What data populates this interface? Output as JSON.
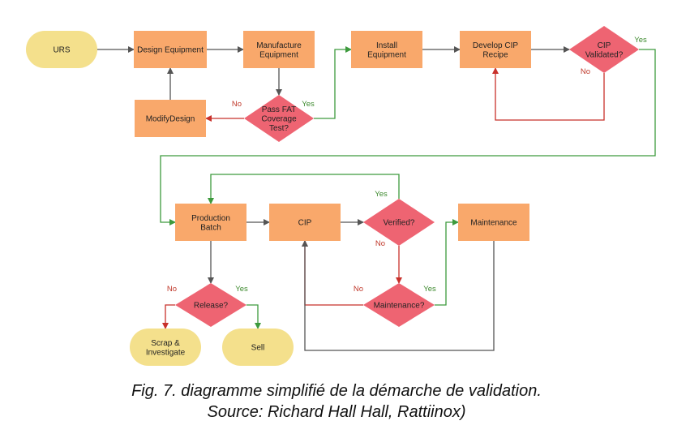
{
  "colors": {
    "process": "#F9A86B",
    "terminal": "#F4E08C",
    "decision": "#EE6472",
    "arrow_default": "#555555",
    "arrow_yes": "#3D9A3D",
    "arrow_no": "#C8312B",
    "label_yes": "#3D8A2E",
    "label_no": "#C0392B"
  },
  "nodes": [
    {
      "id": "urs",
      "shape": "terminal",
      "lines": [
        "URS"
      ]
    },
    {
      "id": "design_equipment",
      "shape": "process",
      "lines": [
        "Design Equipment"
      ]
    },
    {
      "id": "manufacture_equipment",
      "shape": "process",
      "lines": [
        "Manufacture",
        "Equipment"
      ]
    },
    {
      "id": "install_equipment",
      "shape": "process",
      "lines": [
        "Install",
        "Equipment"
      ]
    },
    {
      "id": "develop_cip_recipe",
      "shape": "process",
      "lines": [
        "Develop CIP",
        "Recipe"
      ]
    },
    {
      "id": "cip_validated",
      "shape": "decision",
      "lines": [
        "CIP",
        "Validated?"
      ]
    },
    {
      "id": "modify_design",
      "shape": "process",
      "lines": [
        "ModifyDesign"
      ]
    },
    {
      "id": "pass_fat",
      "shape": "decision",
      "lines": [
        "Pass FAT",
        "Coverage",
        "Test?"
      ]
    },
    {
      "id": "production_batch",
      "shape": "process",
      "lines": [
        "Production",
        "Batch"
      ]
    },
    {
      "id": "cip",
      "shape": "process",
      "lines": [
        "CIP"
      ]
    },
    {
      "id": "verified",
      "shape": "decision",
      "lines": [
        "Verified?"
      ]
    },
    {
      "id": "maintenance",
      "shape": "process",
      "lines": [
        "Maintenance"
      ]
    },
    {
      "id": "maintenance_q",
      "shape": "decision",
      "lines": [
        "Maintenance?"
      ]
    },
    {
      "id": "release",
      "shape": "decision",
      "lines": [
        "Release?"
      ]
    },
    {
      "id": "scrap_investigate",
      "shape": "terminal",
      "lines": [
        "Scrap &",
        "Investigate"
      ]
    },
    {
      "id": "sell",
      "shape": "terminal",
      "lines": [
        "Sell"
      ]
    }
  ],
  "edges": [
    {
      "from": "urs",
      "to": "design_equipment",
      "kind": "default",
      "label": ""
    },
    {
      "from": "design_equipment",
      "to": "manufacture_equipment",
      "kind": "default",
      "label": ""
    },
    {
      "from": "manufacture_equipment",
      "to": "pass_fat",
      "kind": "default",
      "label": ""
    },
    {
      "from": "pass_fat",
      "to": "modify_design",
      "kind": "no",
      "label": "No"
    },
    {
      "from": "modify_design",
      "to": "design_equipment",
      "kind": "default",
      "label": ""
    },
    {
      "from": "pass_fat",
      "to": "install_equipment",
      "kind": "yes",
      "label": "Yes"
    },
    {
      "from": "install_equipment",
      "to": "develop_cip_recipe",
      "kind": "default",
      "label": ""
    },
    {
      "from": "develop_cip_recipe",
      "to": "cip_validated",
      "kind": "default",
      "label": ""
    },
    {
      "from": "cip_validated",
      "to": "develop_cip_recipe",
      "kind": "no",
      "label": "No"
    },
    {
      "from": "cip_validated",
      "to": "production_batch",
      "kind": "yes",
      "label": "Yes"
    },
    {
      "from": "production_batch",
      "to": "cip",
      "kind": "default",
      "label": ""
    },
    {
      "from": "cip",
      "to": "verified",
      "kind": "default",
      "label": ""
    },
    {
      "from": "verified",
      "to": "production_batch",
      "kind": "yes",
      "label": "Yes"
    },
    {
      "from": "verified",
      "to": "maintenance_q",
      "kind": "no",
      "label": "No"
    },
    {
      "from": "maintenance_q",
      "to": "maintenance",
      "kind": "yes",
      "label": "Yes"
    },
    {
      "from": "maintenance_q",
      "to": "cip",
      "kind": "no",
      "label": "No"
    },
    {
      "from": "maintenance",
      "to": "cip",
      "kind": "default",
      "label": ""
    },
    {
      "from": "production_batch",
      "to": "release",
      "kind": "default",
      "label": ""
    },
    {
      "from": "release",
      "to": "scrap_investigate",
      "kind": "no",
      "label": "No"
    },
    {
      "from": "release",
      "to": "sell",
      "kind": "yes",
      "label": "Yes"
    }
  ],
  "caption": {
    "line1": "Fig. 7. diagramme simplifié de la démarche de validation.",
    "line2": "Source: Richard Hall Hall, Rattiinox)"
  }
}
